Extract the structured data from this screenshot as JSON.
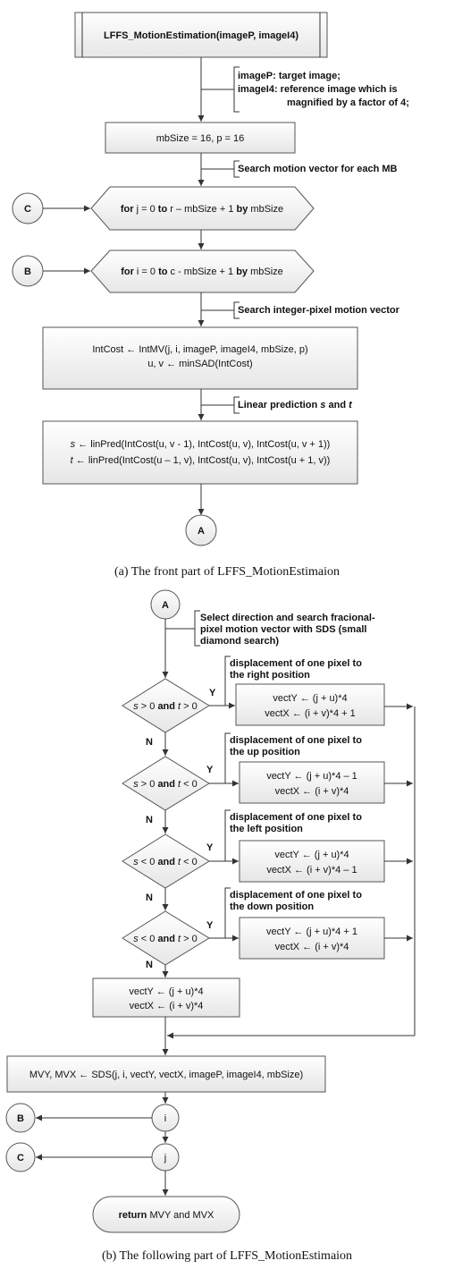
{
  "part_a": {
    "title": "LFFS_MotionEstimation(imageP, imageI4)",
    "note_image_p": "imageP: target image;",
    "note_image_i4": "imageI4: reference image which is",
    "note_image_i4_2": "magnified by a factor of 4;",
    "init": "mbSize = 16, p = 16",
    "note_search_mb": "Search motion vector for each MB",
    "loop_j": {
      "kw_for": "for",
      "mid": " j = 0 ",
      "kw_to": "to",
      "mid2": " r – mbSize + 1 ",
      "kw_by": "by",
      "end": " mbSize"
    },
    "loop_i": {
      "kw_for": "for",
      "mid": " i = 0 ",
      "kw_to": "to",
      "mid2": " c - mbSize + 1 ",
      "kw_by": "by",
      "end": " mbSize"
    },
    "note_integer": "Search integer-pixel motion vector",
    "intcost_1": "IntCost ← IntMV(j, i, imageP, imageI4, mbSize, p)",
    "intcost_2": "u, v ← minSAD(IntCost)",
    "note_linear": {
      "pre": "Linear prediction ",
      "s": "s",
      "and": " and ",
      "t": "t"
    },
    "pred_s": {
      "v": "s",
      "rest": " ← linPred(IntCost(u, v - 1), IntCost(u, v), IntCost(u, v + 1))"
    },
    "pred_t": {
      "v": "t",
      "rest": " ← linPred(IntCost(u – 1, v), IntCost(u, v), IntCost(u + 1, v))"
    },
    "connector_a": "A",
    "connector_b": "B",
    "connector_c": "C",
    "caption": "(a) The front part of LFFS_MotionEstimaion"
  },
  "part_b": {
    "connector_a": "A",
    "note_select_1": "Select direction and search fracional-",
    "note_select_2": "pixel motion vector with SDS (small",
    "note_select_3": "diamond search)",
    "yes": "Y",
    "no": "N",
    "cond_1": {
      "a": "s",
      "op1": " > 0 ",
      "and": "and",
      "b": " t",
      "op2": " > 0"
    },
    "cond_2": {
      "a": "s",
      "op1": " > 0 ",
      "and": "and",
      "b": " t",
      "op2": " < 0"
    },
    "cond_3": {
      "a": "s",
      "op1": " < 0 ",
      "and": "and",
      "b": " t",
      "op2": " < 0"
    },
    "cond_4": {
      "a": "s",
      "op1": " < 0 ",
      "and": "and",
      "b": " t",
      "op2": " > 0"
    },
    "note_right_1": "displacement of one pixel to",
    "note_right_2": "the right position",
    "note_up_1": "displacement of one pixel to",
    "note_up_2": "the up position",
    "note_left_1": "displacement of one pixel to",
    "note_left_2": "the left position",
    "note_down_1": "displacement of one pixel to",
    "note_down_2": "the down position",
    "right_y": "vectY ← (j + u)*4",
    "right_x": "vectX ← (i + v)*4 + 1",
    "up_y": "vectY ← (j + u)*4 – 1",
    "up_x": "vectX ← (i + v)*4",
    "left_y": "vectY ← (j + u)*4",
    "left_x": "vectX ← (i + v)*4 – 1",
    "down_y": "vectY ← (j + u)*4 + 1",
    "down_x": "vectX ← (i + v)*4",
    "default_y": "vectY ← (j + u)*4",
    "default_x": "vectX ← (i + v)*4",
    "sds": "MVY, MVX ← SDS(j, i, vectY, vectX, imageP, imageI4, mbSize)",
    "loop_i": "i",
    "loop_j": "j",
    "connector_b": "B",
    "connector_c": "C",
    "ret": {
      "kw": "return",
      "rest": " MVY and MVX"
    },
    "caption": "(b) The following part of LFFS_MotionEstimaion"
  }
}
